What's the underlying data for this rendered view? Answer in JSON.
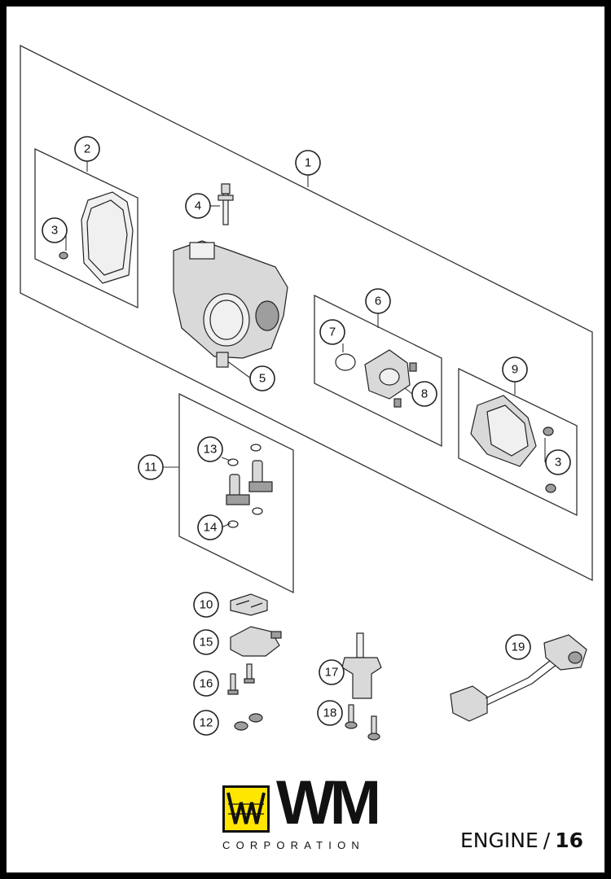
{
  "callouts": {
    "c1": "1",
    "c2": "2",
    "c3a": "3",
    "c3b": "3",
    "c4": "4",
    "c5": "5",
    "c6": "6",
    "c7": "7",
    "c8": "8",
    "c9": "9",
    "c10": "10",
    "c11": "11",
    "c12": "12",
    "c13": "13",
    "c14": "14",
    "c15": "15",
    "c16": "16",
    "c17": "17",
    "c18": "18",
    "c19": "19"
  },
  "brand": {
    "logo_text": "WM",
    "logo_subtext": "CORPORATION"
  },
  "footer": {
    "section": "ENGINE",
    "separator": "/",
    "page_number": "16"
  },
  "colors": {
    "logo_yellow": "#ffe600",
    "frame_black": "#000000"
  }
}
